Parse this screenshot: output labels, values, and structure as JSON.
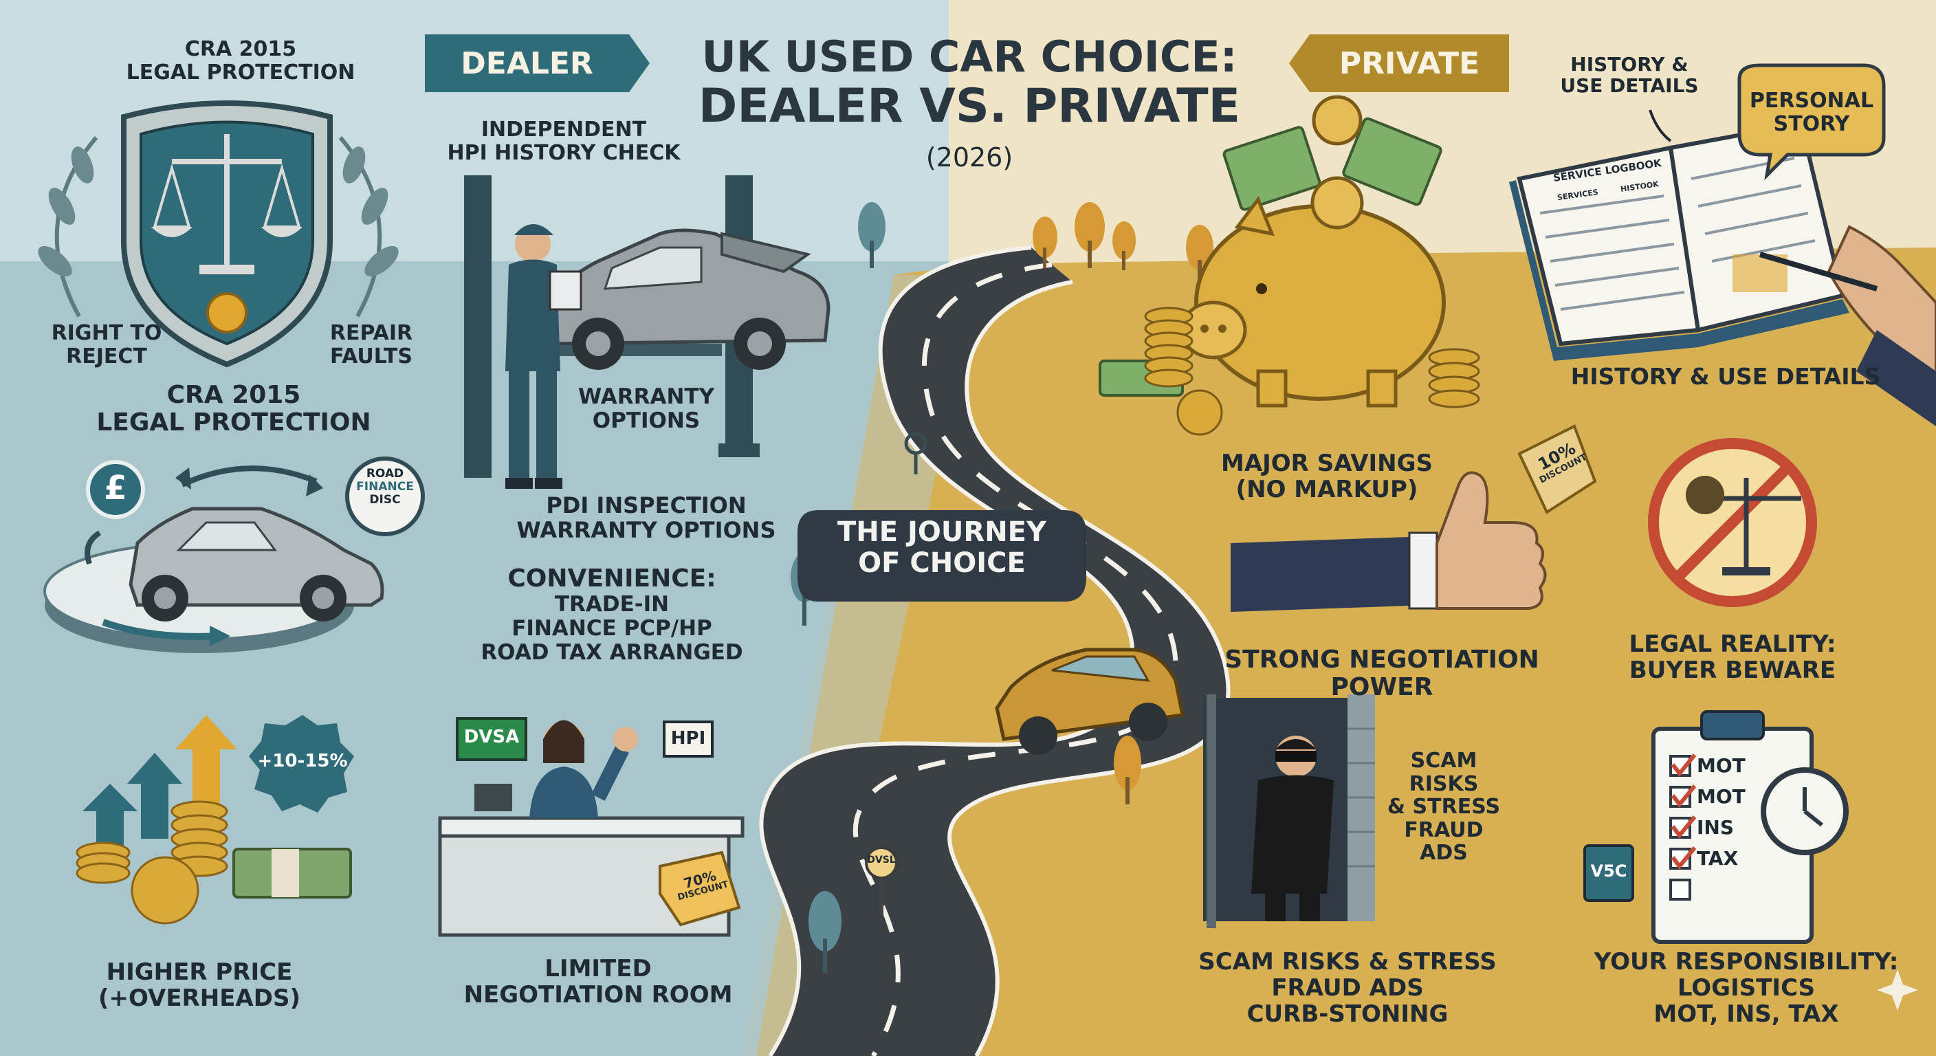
{
  "header": {
    "title_line1": "UK USED CAR CHOICE:",
    "title_line2": "DEALER VS. PRIVATE",
    "year": "(2026)",
    "dealer_tag": "DEALER",
    "private_tag": "PRIVATE"
  },
  "center": {
    "journey_line1": "THE JOURNEY",
    "journey_line2": "OF CHOICE",
    "signpost": "DVSL"
  },
  "dealer": {
    "shield_top_line1": "CRA 2015",
    "shield_top_line2": "LEGAL PROTECTION",
    "right_to_reject_line1": "RIGHT TO",
    "right_to_reject_line2": "REJECT",
    "repair_faults_line1": "REPAIR",
    "repair_faults_line2": "FAULTS",
    "shield_bottom_line1": "CRA 2015",
    "shield_bottom_line2": "LEGAL PROTECTION",
    "hpi_check_line1": "INDEPENDENT",
    "hpi_check_line2": "HPI HISTORY CHECK",
    "warranty_line1": "WARRANTY",
    "warranty_line2": "OPTIONS",
    "pdi_line1": "PDI INSPECTION",
    "pdi_line2": "WARRANTY OPTIONS",
    "pound_symbol": "£",
    "road_disc_line1": "ROAD",
    "road_disc_line2": "FINANCE",
    "road_disc_line3": "DISC",
    "convenience_title": "CONVENIENCE:",
    "convenience_line1": "TRADE-IN",
    "convenience_line2": "FINANCE PCP/HP",
    "convenience_line3": "ROAD TAX ARRANGED",
    "price_badge": "+10-15%",
    "price_line1": "HIGHER PRICE",
    "price_line2": "(+OVERHEADS)",
    "dvsa_sign": "DVSA",
    "hpi_sign": "HPI",
    "discount_tag_value": "70%",
    "discount_tag_word": "DISCOUNT",
    "negotiation_line1": "LIMITED",
    "negotiation_line2": "NEGOTIATION ROOM"
  },
  "private": {
    "history_top_line1": "HISTORY &",
    "history_top_line2": "USE DETAILS",
    "personal_story_line1": "PERSONAL",
    "personal_story_line2": "STORY",
    "logbook_title": "SERVICE LOGBOOK",
    "logbook_col1": "SERVICES",
    "logbook_col2": "HISTOOK",
    "history_bottom": "HISTORY & USE DETAILS",
    "savings_line1": "MAJOR SAVINGS",
    "savings_line2": "(NO MARKUP)",
    "discount_tag_value": "10%",
    "discount_tag_word": "DISCOUNT",
    "legal_line1": "LEGAL REALITY:",
    "legal_line2": "BUYER BEWARE",
    "negotiation_line1": "STRONG NEGOTIATION",
    "negotiation_line2": "POWER",
    "scam_side_line1": "SCAM RISKS",
    "scam_side_line2": "& STRESS",
    "scam_side_line3": "FRAUD",
    "scam_side_line4": "ADS",
    "scam_line1": "SCAM RISKS & STRESS",
    "scam_line2": "FRAUD ADS",
    "scam_line3": "CURB-STONING",
    "v5c": "V5C",
    "checklist": [
      "MOT",
      "MOT",
      "INS",
      "TAX"
    ],
    "responsibility_line1": "YOUR RESPONSIBILITY:",
    "responsibility_line2": "LOGISTICS",
    "responsibility_line3": "MOT, INS, TAX"
  },
  "colors": {
    "dealer_bg": "#a9c6cc",
    "dealer_sky": "#c9dde1",
    "private_bg": "#d8b155",
    "private_sky": "#efe4c6",
    "dealer_accent": "#2f6b78",
    "private_accent": "#b18a2b",
    "road": "#3b4045"
  }
}
